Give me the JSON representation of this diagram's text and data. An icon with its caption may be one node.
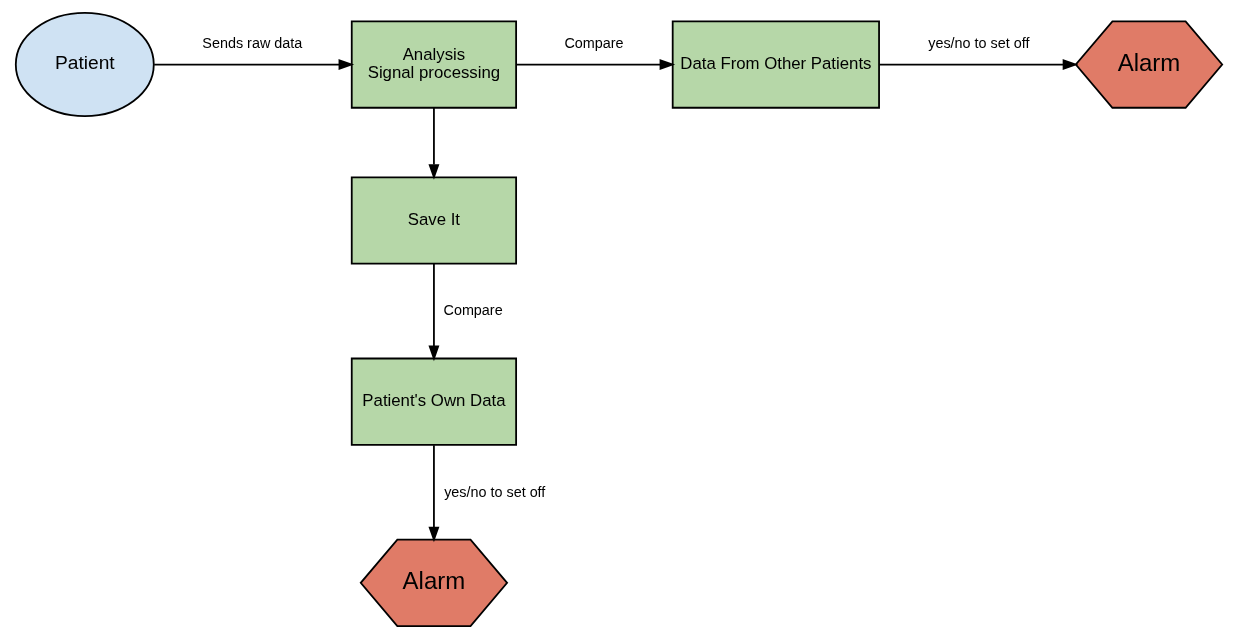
{
  "diagram": {
    "nodes": [
      {
        "text": [
          "Patient"
        ]
      },
      {
        "text": [
          "Analysis",
          "Signal processing"
        ]
      },
      {
        "text": [
          "Data From Other Patients"
        ]
      },
      {
        "text": [
          "Alarm"
        ]
      },
      {
        "text": [
          "Save It"
        ]
      },
      {
        "text": [
          "Patient's Own Data"
        ]
      },
      {
        "text": [
          "Alarm"
        ]
      }
    ],
    "edges": [
      {
        "from": 0,
        "to": 1,
        "arrow": "to",
        "label": "Sends raw data"
      },
      {
        "from": 1,
        "to": 2,
        "arrow": "to",
        "label": "Compare"
      },
      {
        "from": 2,
        "to": 3,
        "arrow": "to",
        "label": "yes/no to set off"
      },
      {
        "from": 1,
        "to": 4,
        "arrow": "to"
      },
      {
        "from": 4,
        "to": 5,
        "arrow": "to",
        "label": "Compare"
      },
      {
        "from": 5,
        "to": 6,
        "arrow": "to",
        "label": "yes/no to set off"
      }
    ]
  }
}
